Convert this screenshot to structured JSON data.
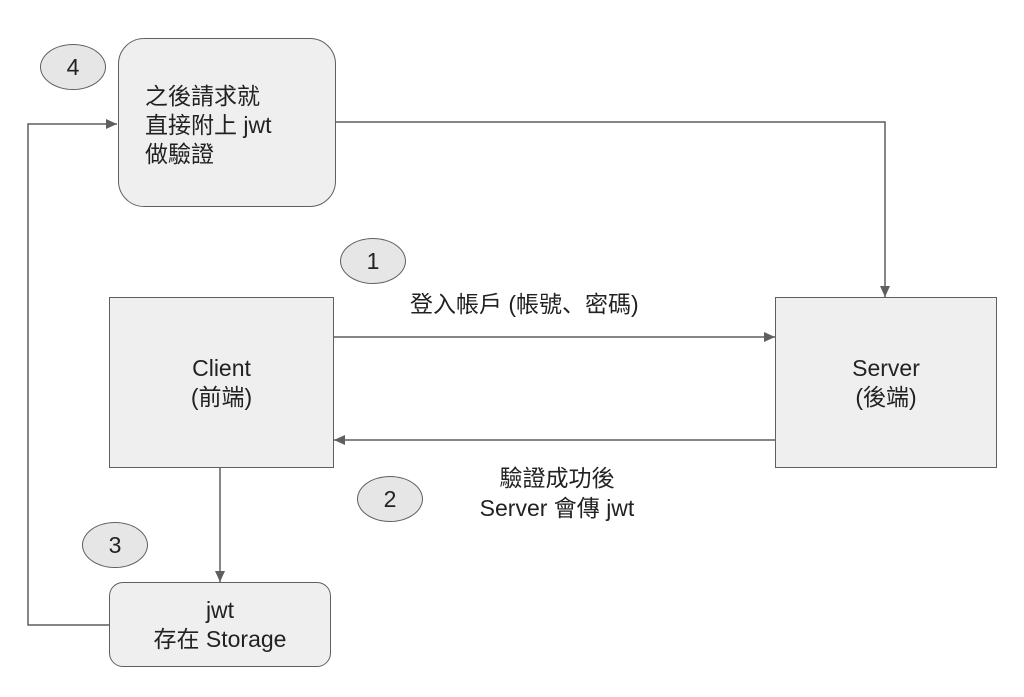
{
  "nodes": {
    "later_request": {
      "lines": [
        "之後請求就",
        "直接附上 jwt",
        "做驗證"
      ]
    },
    "client": {
      "lines": [
        "Client",
        "(前端)"
      ]
    },
    "server": {
      "lines": [
        "Server",
        "(後端)"
      ]
    },
    "storage": {
      "lines": [
        "jwt",
        "存在 Storage"
      ]
    }
  },
  "steps": [
    {
      "number": "1",
      "lines": [
        "登入帳戶 (帳號、密碼)"
      ]
    },
    {
      "number": "2",
      "lines": [
        "驗證成功後",
        "Server 會傳 jwt"
      ]
    },
    {
      "number": "3"
    },
    {
      "number": "4"
    }
  ],
  "colors": {
    "box_fill": "#efefef",
    "badge_fill": "#e6e6e6",
    "stroke": "#5f5f5f",
    "text": "#222222"
  }
}
